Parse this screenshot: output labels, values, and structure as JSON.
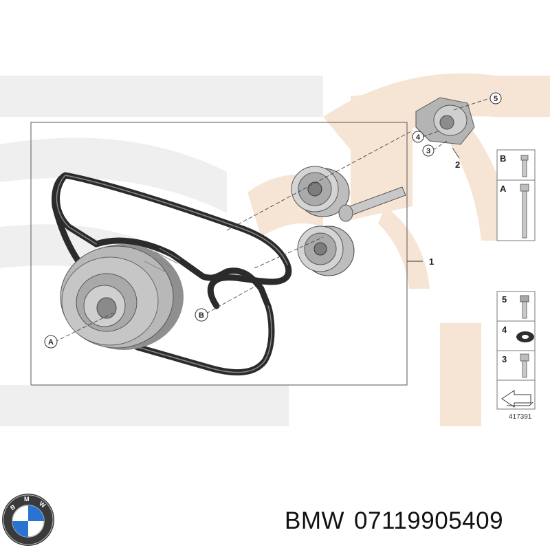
{
  "diagram": {
    "callouts": {
      "A": "A",
      "B": "B",
      "c3": "3",
      "c4": "4",
      "c5": "5"
    },
    "labels": {
      "kit": "1",
      "tensioner": "2"
    },
    "legend_top": [
      "B",
      "A"
    ],
    "legend_bottom": [
      "5",
      "4",
      "3"
    ],
    "drawing_number": "417391"
  },
  "footer": {
    "brand": "BMW",
    "part_number": "07119905409",
    "logo_letters": [
      "B",
      "M",
      "W"
    ]
  },
  "colors": {
    "watermark_gray": "#ededed",
    "watermark_peach": "#f6e4d2",
    "belt": "#2b2b2b",
    "metal": "#b9b9b9",
    "bmw_blue": "#1c69d4"
  }
}
